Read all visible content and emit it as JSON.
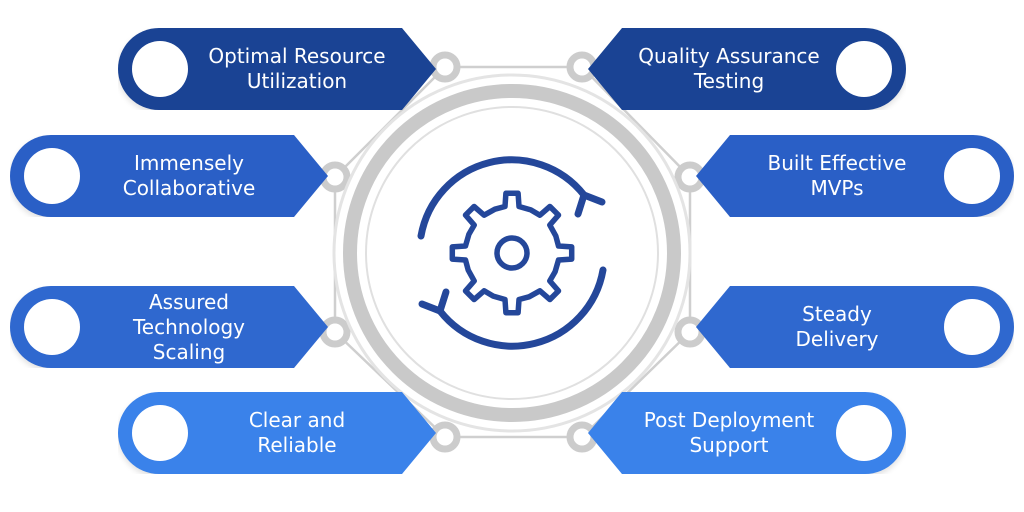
{
  "colors": {
    "dark_blue": "#1a4394",
    "mid_blue": "#2f68cf",
    "light_blue": "#3a82ea",
    "ring_gray": "#c9c9c9",
    "icon_blue": "#24479a"
  },
  "center": {
    "icon": "gear-with-cycle-arrows-icon"
  },
  "items": {
    "optimal": "Optimal Resource\nUtilization",
    "qa": "Quality Assurance\nTesting",
    "collab": "Immensely\nCollaborative",
    "mvp": "Built Effective\nMVPs",
    "scaling": "Assured Technology\nScaling",
    "steady": "Steady\nDelivery",
    "clear": "Clear and\nReliable",
    "support": "Post Deployment\nSupport"
  }
}
